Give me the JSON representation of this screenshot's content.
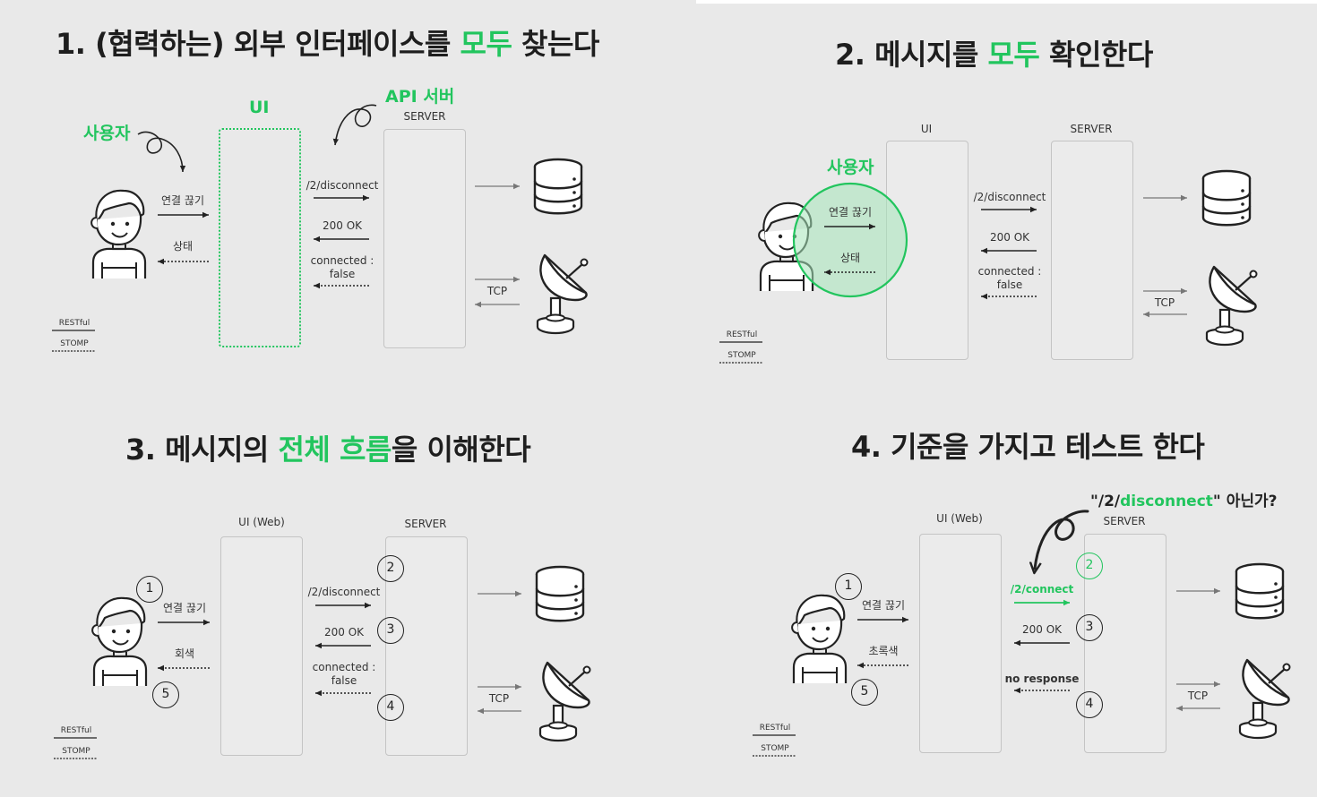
{
  "panels": [
    {
      "title_parts": {
        "before": "1. (협력하는) 외부 인터페이스를 ",
        "highlight": "모두",
        "after": " 찾는다"
      },
      "user_label": "사용자",
      "ui_label": "UI",
      "api_label": "API 서버",
      "server_label": "SERVER",
      "disconnect_label": "연결 끊기",
      "status_label": "상태",
      "request_label": "/2/disconnect",
      "response_label": "200 OK",
      "event_label_1": "connected :",
      "event_label_2": "false",
      "tcp_label": "TCP",
      "legend_rest": "RESTful",
      "legend_stomp": "STOMP"
    },
    {
      "title_parts": {
        "before": "2. 메시지를 ",
        "highlight": "모두",
        "after": " 확인한다"
      },
      "user_label": "사용자",
      "ui_label": "UI",
      "server_label": "SERVER",
      "disconnect_label": "연결 끊기",
      "status_label": "상태",
      "request_label": "/2/disconnect",
      "response_label": "200 OK",
      "event_label_1": "connected :",
      "event_label_2": "false",
      "tcp_label": "TCP",
      "legend_rest": "RESTful",
      "legend_stomp": "STOMP"
    },
    {
      "title_parts": {
        "before": "3. 메시지의 ",
        "highlight": "전체 흐름",
        "after": "을 이해한다"
      },
      "ui_label": "UI (Web)",
      "server_label": "SERVER",
      "disconnect_label": "연결 끊기",
      "status_label": "회색",
      "request_label": "/2/disconnect",
      "response_label": "200 OK",
      "event_label_1": "connected :",
      "event_label_2": "false",
      "tcp_label": "TCP",
      "legend_rest": "RESTful",
      "legend_stomp": "STOMP",
      "steps": [
        "1",
        "2",
        "3",
        "4",
        "5"
      ]
    },
    {
      "title_parts": {
        "before": "4. 기준을 가지고 테스트 한다",
        "highlight": "",
        "after": ""
      },
      "question_parts": {
        "before": "\"/2/",
        "highlight": "disconnect",
        "after": "\" 아닌가?"
      },
      "ui_label": "UI (Web)",
      "server_label": "SERVER",
      "disconnect_label": "연결 끊기",
      "status_label": "초록색",
      "request_label": "/2/connect",
      "response_label": "200 OK",
      "event_label_1": "no response",
      "tcp_label": "TCP",
      "legend_rest": "RESTful",
      "legend_stomp": "STOMP",
      "steps": [
        "1",
        "2",
        "3",
        "4",
        "5"
      ]
    }
  ],
  "colors": {
    "accent": "#22c55e",
    "background": "#e9e9e9",
    "ink": "#222222"
  },
  "icons": [
    "person-icon",
    "database-icon",
    "satellite-dish-icon",
    "curly-arrow-icon"
  ]
}
